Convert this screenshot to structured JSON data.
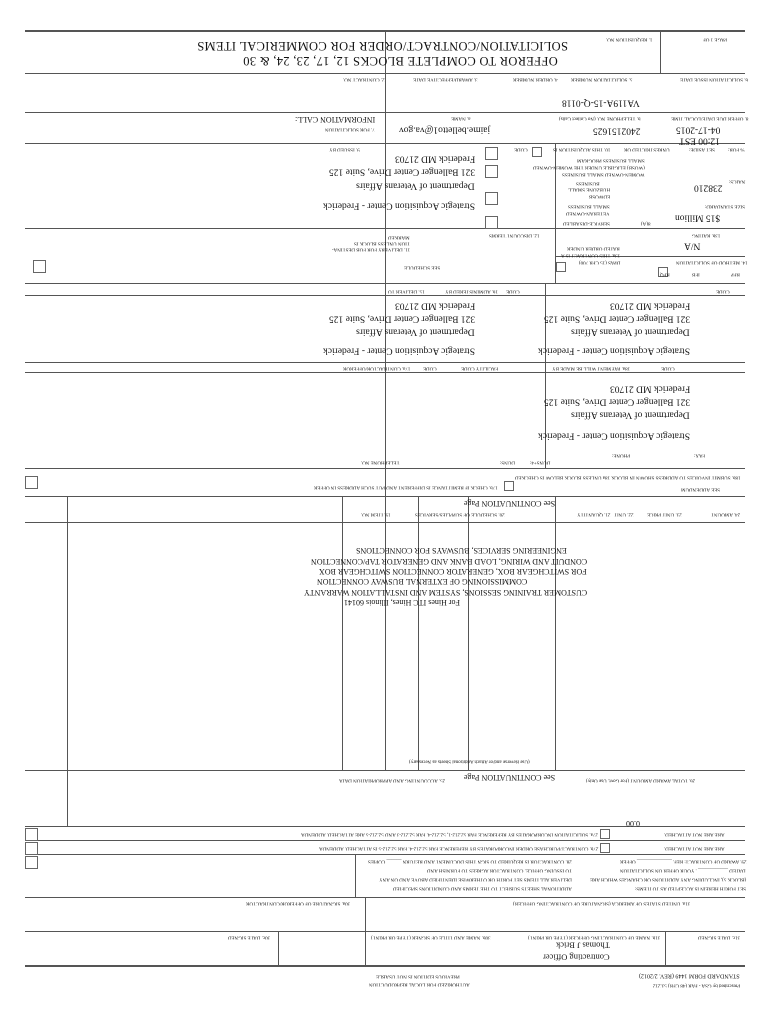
{
  "header": {
    "title": "SOLICITATION/CONTRACT/ORDER FOR COMMERICAL ITEMS",
    "subtitle": "OFFEROR TO COMPLETE BLOCKS 12, 17, 23, 24, & 30",
    "page_label": "PAGE 1 OF",
    "requisition_label": "1. REQUISITION NO."
  },
  "row2": {
    "contract_no": "2. CONTRACT NO.",
    "award_date": "3. AWARD/EFFECTIVE DATE",
    "order_no": "4. ORDER NUMBER",
    "solicitation_no_label": "5. SOLICITATION NUMBER",
    "issue_date": "6. SOLICITATION ISSUE DATE",
    "solicitation_no": "VA119A-15-Q-0118"
  },
  "row3": {
    "info_call_1": "7. FOR SOLICITATION",
    "info_call_2": "INFORMATION CALL:",
    "name_label": "a. NAME",
    "email": "jaime.belletto1@va.gov",
    "phone_label": "b. TELEPHONE NO. (No Collect Calls)",
    "phone": "2402151625",
    "due_label": "8. OFFER DUE DATE/LOCAL TIME",
    "due_date": "04-17-2015",
    "due_time": "12:00 EST"
  },
  "issued": {
    "issued_by": "9. ISSUED BY",
    "code": "CODE",
    "acq_label": "10. THIS ACQUISITION IS",
    "unrestricted": "UNRESTRICTED OR",
    "set_aside": "SET ASIDE:",
    "pct_for": "% FOR:",
    "address": [
      "Strategic Acquisition Center - Frederick",
      "Department of Veterans Affairs",
      "321 Ballenger Center Drive, Suite 125",
      "Frederick MD 21703"
    ],
    "naics_label": "NAICS:",
    "naics": "238210",
    "size_label": "SIZE STANDARD:",
    "size": "$15 Million",
    "wosb_1": "WOMEN-OWNED SMALL BUSINESS",
    "wosb_2": "(WOSB) ELIGIBLE UNDER THE WOMEN-OWNED",
    "wosb_3": "SMALL BUSINESS PROGRAM",
    "hubzone_1": "HUBZONE SMALL",
    "hubzone_2": "BUSINESS",
    "edwosb": "EDWOSB",
    "sdvosb_1": "SERVICE-DISABLED",
    "sdvosb_2": "VETERAN-OWNED",
    "sdvosb_3": "SMALL BUSINESS",
    "eight_a": "8(A)"
  },
  "terms": {
    "fob_1": "11. DELIVERY FOR FOB DESTINA-",
    "fob_2": "TION UNLESS BLOCK IS",
    "fob_3": "MARKED",
    "see_schedule": "SEE SCHEDULE",
    "discount": "12. DISCOUNT TERMS",
    "rated_1": "13a. THIS CONTRACT IS A",
    "rated_2": "RATED ORDER UNDER",
    "rated_3": "DPAS (15 CFR 700)",
    "rating_label": "13b. RATING",
    "rating": "N/A",
    "method": "14. METHOD OF SOLICITATION",
    "rfq": "RFQ",
    "ifb": "IFB",
    "rfp": "RFP"
  },
  "deliver": {
    "deliver_to": "15. DELIVER TO",
    "code": "CODE",
    "admin_by": "16. ADMINISTERED BY",
    "admin_code": "CODE",
    "deliver_address": [
      "Strategic Acquisition Center - Frederick",
      "Department of Veterans Affairs",
      "321 Ballenger Center Drive, Suite 125",
      "Frederick MD 21703"
    ],
    "admin_address": [
      "Strategic Acquisition Center - Frederick",
      "Department of Veterans Affairs",
      "321 Ballenger Center Drive, Suite 125",
      "Frederick MD 21703"
    ]
  },
  "payment": {
    "contractor": "17a. CONTRACTOR/OFFEROR",
    "contractor_code": "CODE",
    "facility_code": "FACILITY CODE",
    "pay_by": "18a. PAYMENT WILL BE MADE BY",
    "pay_code": "CODE",
    "address": [
      "Strategic Acquisition Center - Frederick",
      "Department of Veterans Affairs",
      "321 Ballenger Center Drive, Suite 125",
      "Frederick MD 21703"
    ],
    "phone": "PHONE:",
    "fax": "FAX:",
    "duns": "DUNS:",
    "duns4": "DUNS+4:",
    "telephone": "TELEPHONE NO.",
    "remit": "17b. CHECK IF REMITTANCE IS DIFFERENT AND PUT SUCH ADDRESS IN OFFER",
    "submit": "18b. SUBMIT INVOICES TO ADDRESS SHOWN IN BLOCK 18a UNLESS BLOCK BELOW IS CHECKED",
    "addendum": "SEE ADDENDUM"
  },
  "schedule": {
    "item_no": "19. ITEM NO.",
    "supplies": "20. SCHEDULE OF SUPPLIES/SERVICES",
    "quantity": "21. QUANTITY",
    "unit": "22. UNIT",
    "unit_price": "23. UNIT PRICE",
    "amount": "24. AMOUNT",
    "see_continuation": "See CONTINUATION Page",
    "description": [
      "For Hines ITC Hines, Illinois 60141",
      "CUSTOMER TRAINING SESSIONS, SYSTEM AND INSTALLATION WARRANTY",
      "COMMISSIONING OF EXTERNAL BUSWAY CONNECTION",
      "FOR SWITCHGEAR BOX, GENERATOR CONNECTION SWITCHGEAR BOX",
      "CONDUIT AND WIRING, LOAD BANK AND GENERATOR TAP/CONNECTION",
      "ENGINEERING SERVICES, BUSWAYS FOR CONNECTIONS"
    ],
    "reverse_note": "(Use Reverse and/or Attach Additional Sheets as Necessary)"
  },
  "totals": {
    "accounting": "25. ACCOUNTING AND APPROPRIATION DATA",
    "see_continuation": "See CONTINUATION Page",
    "total_label": "26. TOTAL AWARD AMOUNT (For Govt. Use Only)",
    "total": "0.00"
  },
  "clauses": {
    "c27a": "27a. SOLICITATION INCORPORATES BY REFERENCE FAR 52.212-1, 52.212-4. FAR 52.212-3 AND 52.212-5 ARE ATTACHED.   ADDENDA",
    "c27a_status": "ARE   ARE NOT ATTACHED.",
    "c27b": "27b. CONTRACT/PURCHASE ORDER INCORPORATES BY REFERENCE FAR 52.212-4. FAR 52.212-5 IS ATTACHED.   ADDENDA",
    "c27b_status": "ARE   ARE NOT ATTACHED.",
    "c28_1": "28. CONTRACTOR IS REQUIRED TO SIGN THIS DOCUMENT AND RETURN ______ COPIES",
    "c28_2": "TO ISSUING OFFICE. CONTRACTOR AGREES TO FURNISH AND",
    "c28_3": "DELIVER ALL ITEMS SET FORTH OR OTHERWISE IDENTIFIED ABOVE AND ON ANY",
    "c28_4": "ADDITIONAL SHEETS SUBJECT TO THE TERMS AND CONDITIONS SPECIFIED",
    "c29_1": "29. AWARD OF CONTRACT: REF. ______________  OFFER",
    "c29_2": "DATED ____________ . YOUR OFFER ON SOLICITATION",
    "c29_3": "(BLOCK 5), INCLUDING ANY ADDITIONS OR CHANGES WHICH ARE",
    "c29_4": "SET FORTH HEREIN IS ACCEPTED AS TO ITEMS:"
  },
  "signatures": {
    "s30a": "30a. SIGNATURE OF OFFEROR/CONTRACTOR",
    "s31a": "31a. UNITED STATES OF AMERICA (SIGNATURE OF CONTRACTING OFFICER)",
    "s30b": "30b. NAME AND TITLE OF SIGNER (TYPE OR PRINT)",
    "s30c": "30c. DATE SIGNED",
    "s31b": "31b. NAME OF CONTRACTING OFFICER (TYPE OR PRINT)",
    "officer_name": "Thomas J Brick",
    "officer_title": "Contracting Officer",
    "s31c": "31c. DATE SIGNED"
  },
  "footer": {
    "authorized": "AUTHORIZED FOR LOCAL REPRODUCTION",
    "previous": "PREVIOUS EDITION IS NOT USABLE",
    "form": "STANDARD FORM 1449   (REV. 2/2012)",
    "prescribed": "Prescribed by GSA - FAR (48 CFR) 53.212"
  }
}
